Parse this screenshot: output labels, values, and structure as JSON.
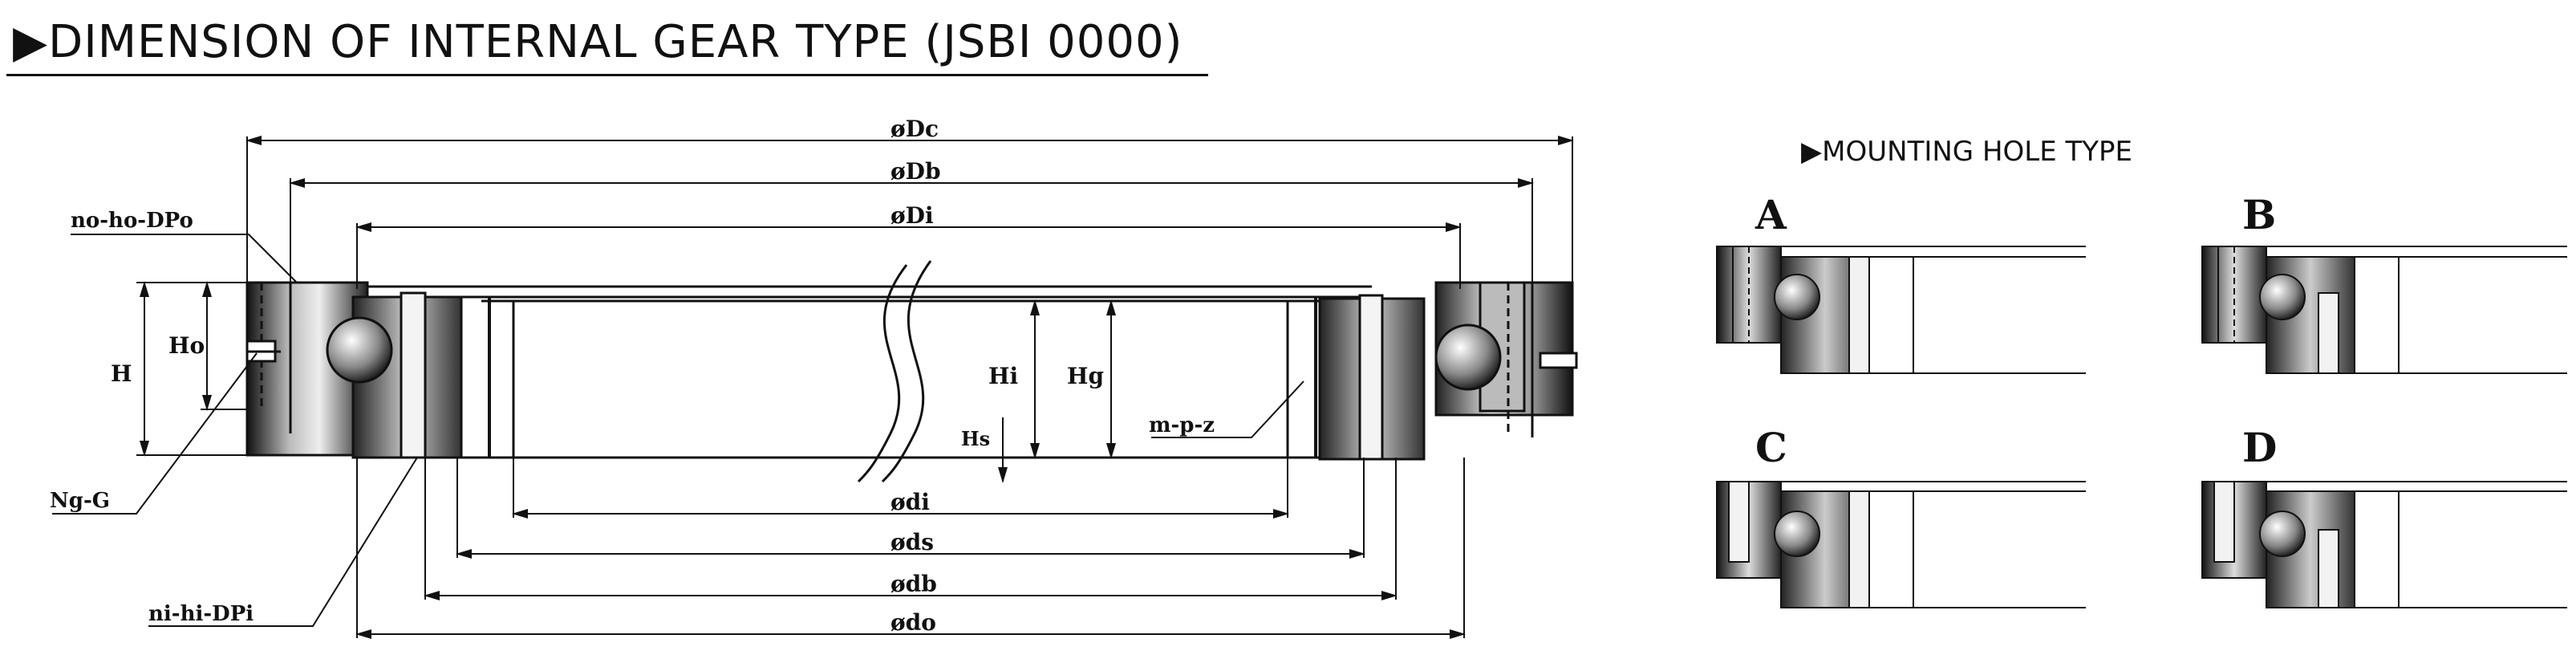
{
  "title": "▶DIMENSION OF INTERNAL GEAR TYPE (JSBI 0000)",
  "dimensions": {
    "Dc": "øDc",
    "Db": "øDb",
    "Di": "øDi",
    "di": "ødi",
    "ds": "øds",
    "db": "ødb",
    "do": "ødo"
  },
  "labels": {
    "no_ho_DPo": "no-ho-DPo",
    "Ng_G": "Ng-G",
    "ni_hi_DPi": "ni-hi-DPi",
    "H": "H",
    "Ho": "Ho",
    "Hi": "Hi",
    "Hg": "Hg",
    "Hs": "Hs",
    "m_p_z": "m-p-z"
  },
  "mounting": {
    "title": "▶MOUNTING HOLE TYPE",
    "types": [
      "A",
      "B",
      "C",
      "D"
    ]
  }
}
